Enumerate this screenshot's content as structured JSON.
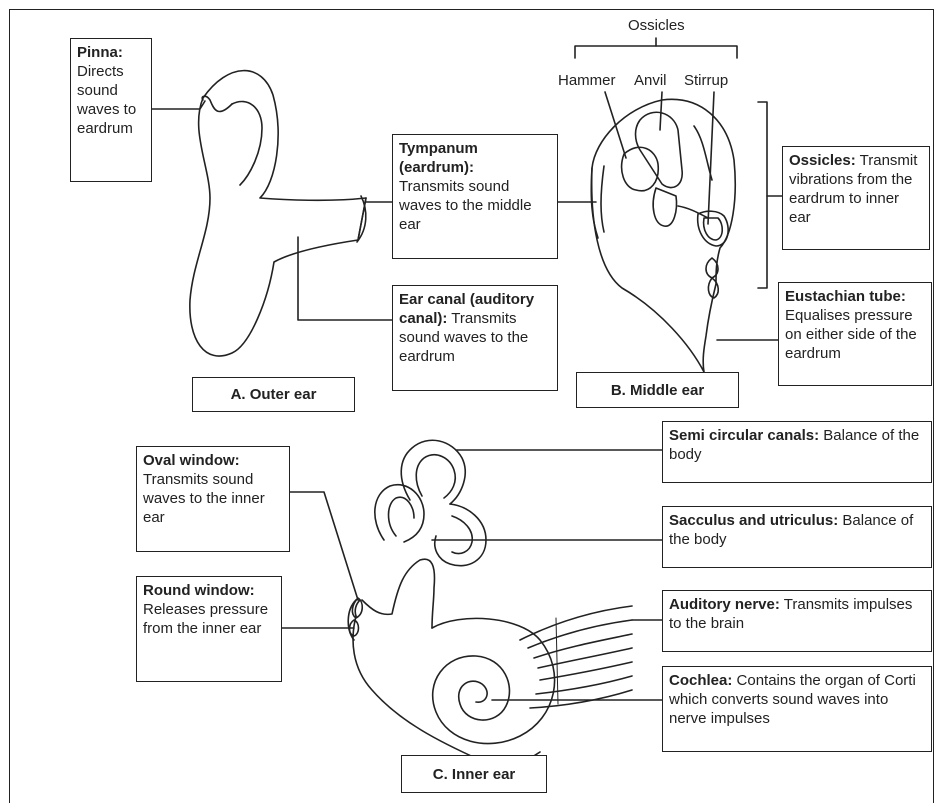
{
  "outer_ear": {
    "title": "A. Outer ear",
    "pinna": {
      "term": "Pinna:",
      "desc": "Directs sound waves to eardrum"
    },
    "tympanum": {
      "term": "Tympanum (eardrum):",
      "desc": "Transmits sound waves to the middle ear"
    },
    "ear_canal": {
      "term": "Ear canal (auditory canal):",
      "desc": "Transmits sound waves to the eardrum"
    }
  },
  "middle_ear": {
    "title": "B. Middle ear",
    "ossicles_header": "Ossicles",
    "hammer": "Hammer",
    "anvil": "Anvil",
    "stirrup": "Stirrup",
    "ossicles": {
      "term": "Ossicles:",
      "desc": "Transmit vibrations from the eardrum to inner ear"
    },
    "eustachian": {
      "term": "Eustachian tube:",
      "desc": "Equalises pressure on either side of the eardrum"
    }
  },
  "inner_ear": {
    "title": "C. Inner ear",
    "oval_window": {
      "term": "Oval window:",
      "desc": "Transmits sound waves to the inner ear"
    },
    "round_window": {
      "term": "Round window:",
      "desc": "Releases pressure from the inner ear"
    },
    "semicircular": {
      "term": "Semi circular canals:",
      "desc": "Balance of the body"
    },
    "sacculus": {
      "term": "Sacculus and utriculus:",
      "desc": "Balance of the body"
    },
    "auditory_nerve": {
      "term": "Auditory nerve:",
      "desc": "Transmits impulses to the brain"
    },
    "cochlea": {
      "term": "Cochlea:",
      "desc": "Contains the organ of Corti which converts sound waves into nerve impulses"
    }
  }
}
